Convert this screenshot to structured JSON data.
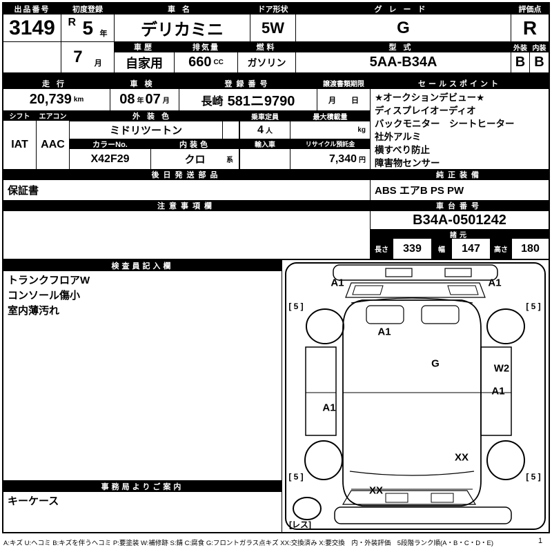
{
  "row1": {
    "lot_label": "出品番号",
    "lot_number": "3149",
    "first_reg_label": "初度登録",
    "era": "R",
    "year": "5",
    "year_unit": "年",
    "month": "7",
    "month_unit": "月",
    "car_name_label": "車名",
    "car_name": "デリカミニ",
    "door_label": "ドア形状",
    "door": "5W",
    "grade_label": "グレード",
    "grade": "G",
    "score_label": "評価点",
    "score": "R"
  },
  "row2": {
    "history_label": "車歴",
    "history": "自家用",
    "disp_label": "排気量",
    "disp": "660",
    "disp_unit": "CC",
    "fuel_label": "燃料",
    "fuel": "ガソリン",
    "model_label": "型式",
    "model": "5AA-B34A",
    "ext_label": "外装",
    "int_label": "内装",
    "ext_score": "B",
    "int_score": "B"
  },
  "row3": {
    "mileage_label": "走行",
    "mileage": "20,739",
    "mileage_unit": "km",
    "inspection_label": "車検",
    "insp_year": "08",
    "insp_year_unit": "年",
    "insp_month": "07",
    "insp_month_unit": "月",
    "reg_label": "登録番号",
    "reg_prefecture": "長崎",
    "reg_number": "581ニ9790",
    "transfer_label": "譲渡書類期限",
    "transfer_value": "月　　日",
    "sales_label": "セールスポイント",
    "sales_points": [
      "★オークションデビュー★",
      "ディスプレイオーディオ",
      "バックモニター　シートヒーター",
      "社外アルミ",
      "横すべり防止",
      "障害物センサー"
    ]
  },
  "row4": {
    "shift_label": "シフト",
    "shift": "IAT",
    "aircon_label": "エアコン",
    "aircon": "AAC",
    "ext_color_label": "外装色",
    "ext_color": "ミドリツートン",
    "capacity_label": "乗車定員",
    "capacity": "4",
    "capacity_unit": "人",
    "max_load_label": "最大積載量",
    "max_load_unit": "kg",
    "color_no_label": "カラーNo.",
    "color_no": "X42F29",
    "int_color_label": "内装色",
    "int_color": "クロ",
    "int_color_suffix": "系",
    "import_label": "輸入車",
    "recycle_label": "リサイクル預託金",
    "recycle": "7,340",
    "recycle_unit": "円"
  },
  "row5": {
    "later_label": "後日発送部品",
    "later": "保証書",
    "equip_label": "純正装備",
    "equip": "ABS エアB PS PW"
  },
  "row6": {
    "caution_label": "注意事項欄",
    "chassis_label": "車台番号",
    "chassis": "B34A-0501242",
    "spec_label": "諸元",
    "length_label": "長さ",
    "length": "339",
    "width_label": "幅",
    "width": "147",
    "height_label": "高さ",
    "height": "180"
  },
  "row7": {
    "inspector_label": "検査員記入欄",
    "notes": [
      "トランクフロアW",
      "コンソール傷小",
      "室内薄汚れ"
    ],
    "office_label": "事務局よりご案内",
    "office_note": "キーケース"
  },
  "diagram": {
    "labels": [
      "A1",
      "A1",
      "[ 5 ]",
      "[ 5 ]",
      "A1",
      "G",
      "W2",
      "A1",
      "A1",
      "XX",
      "[ 5 ]",
      "[ 5 ]",
      "XX",
      "[レス]"
    ]
  },
  "footer": {
    "legend": "A:キズ U:ヘコミ B:キズを伴うヘコミ P:要塗装 W:補修跡 S:錆 C:腐食 G:フロントガラス点キズ XX:交換済み X:要交換　内・外装評価　5段階ランク順(A・B・C・D・E)",
    "page": "1"
  }
}
